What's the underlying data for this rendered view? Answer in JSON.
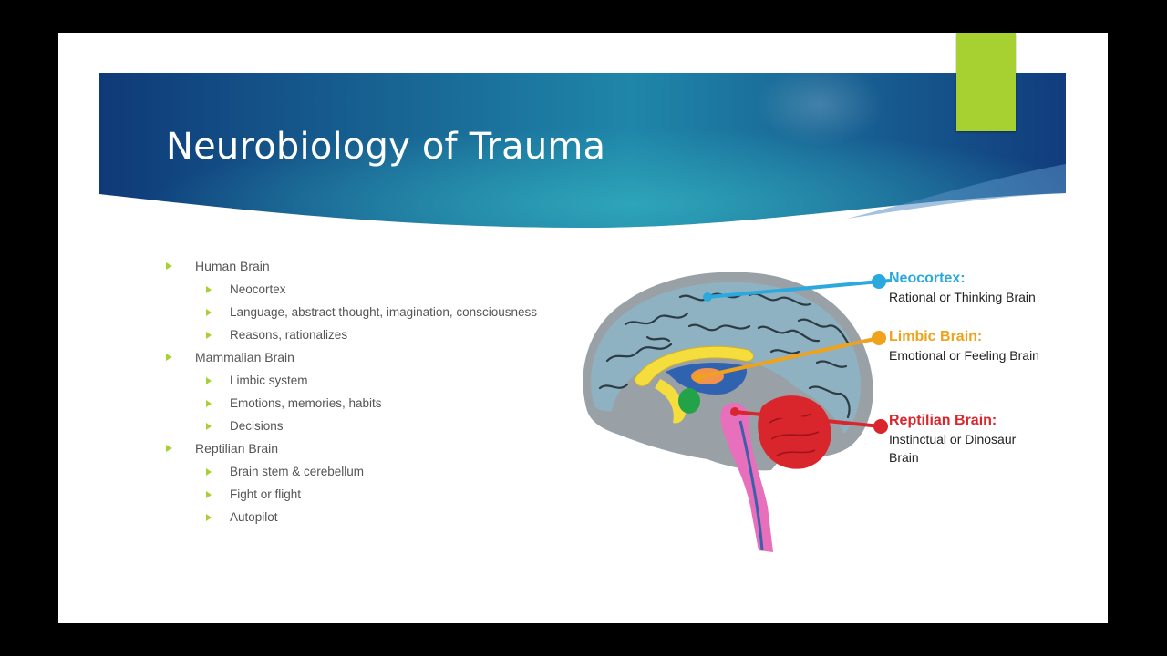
{
  "slide": {
    "title": "Neurobiology of Trauma"
  },
  "colors": {
    "accent": "#a7d131",
    "banner_dark": "#0f3a78",
    "banner_light": "#1e7fa3",
    "neocortex": "#2aa9df",
    "limbic": "#f0a21c",
    "reptilian": "#d9262c"
  },
  "bullets": [
    {
      "level": 1,
      "text": "Human Brain"
    },
    {
      "level": 2,
      "text": "Neocortex"
    },
    {
      "level": 2,
      "text": "Language, abstract thought, imagination, consciousness"
    },
    {
      "level": 2,
      "text": "Reasons, rationalizes"
    },
    {
      "level": 1,
      "text": "Mammalian Brain"
    },
    {
      "level": 2,
      "text": "Limbic system"
    },
    {
      "level": 2,
      "text": "Emotions, memories, habits"
    },
    {
      "level": 2,
      "text": "Decisions"
    },
    {
      "level": 1,
      "text": "Reptilian Brain"
    },
    {
      "level": 2,
      "text": "Brain stem & cerebellum"
    },
    {
      "level": 2,
      "text": "Fight or flight"
    },
    {
      "level": 2,
      "text": "Autopilot"
    }
  ],
  "diagram": {
    "neocortex": {
      "title": "Neocortex:",
      "desc": "Rational or Thinking Brain"
    },
    "limbic": {
      "title": "Limbic Brain:",
      "desc": "Emotional or Feeling Brain"
    },
    "reptilian": {
      "title": "Reptilian Brain:",
      "desc_line1": "Instinctual or Dinosaur",
      "desc_line2": "Brain"
    }
  }
}
